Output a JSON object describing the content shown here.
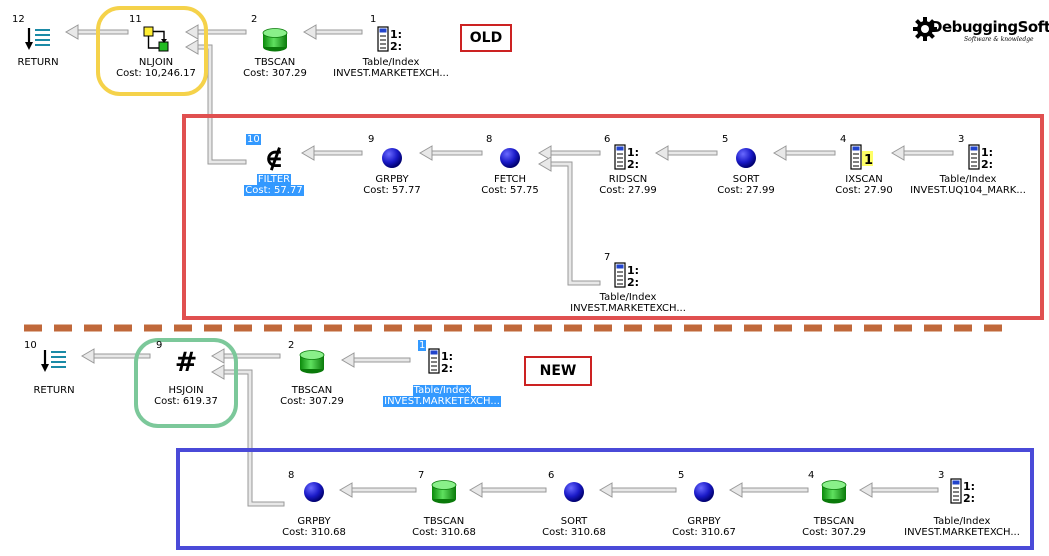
{
  "logo": {
    "text": "DebuggingSoft",
    "tagline": "Software & knowledge"
  },
  "labels": {
    "old": "OLD",
    "new": "NEW"
  },
  "colors": {
    "red": "#e05050",
    "yellow": "#f5d24a",
    "green": "#7cc89a",
    "blue": "#4a4ad8",
    "divider": "#c0683a"
  },
  "old": {
    "nodes": [
      {
        "id": "12",
        "name": "RETURN",
        "cost": "",
        "icon": "return"
      },
      {
        "id": "11",
        "name": "NLJOIN",
        "cost": "Cost: 10,246.17",
        "icon": "nljoin"
      },
      {
        "id": "2",
        "name": "TBSCAN",
        "cost": "Cost: 307.29",
        "icon": "tbscan"
      },
      {
        "id": "1",
        "name": "Table/Index",
        "cost": "INVEST.MARKETEXCH...",
        "icon": "table"
      },
      {
        "id": "10",
        "name": "FILTER",
        "cost": "Cost: 57.77",
        "icon": "filter"
      },
      {
        "id": "9",
        "name": "GRPBY",
        "cost": "Cost: 57.77",
        "icon": "ball"
      },
      {
        "id": "8",
        "name": "FETCH",
        "cost": "Cost: 57.75",
        "icon": "ball"
      },
      {
        "id": "6",
        "name": "RIDSCN",
        "cost": "Cost: 27.99",
        "icon": "table"
      },
      {
        "id": "5",
        "name": "SORT",
        "cost": "Cost: 27.99",
        "icon": "ball"
      },
      {
        "id": "4",
        "name": "IXSCAN",
        "cost": "Cost: 27.90",
        "icon": "ixscan"
      },
      {
        "id": "3",
        "name": "Table/Index",
        "cost": "INVEST.UQ104_MARK...",
        "icon": "table"
      },
      {
        "id": "7",
        "name": "Table/Index",
        "cost": "INVEST.MARKETEXCH...",
        "icon": "table"
      }
    ]
  },
  "new": {
    "nodes": [
      {
        "id": "10",
        "name": "RETURN",
        "cost": "",
        "icon": "return"
      },
      {
        "id": "9",
        "name": "HSJOIN",
        "cost": "Cost: 619.37",
        "icon": "hsjoin"
      },
      {
        "id": "2",
        "name": "TBSCAN",
        "cost": "Cost: 307.29",
        "icon": "tbscan"
      },
      {
        "id": "1",
        "name": "Table/Index",
        "cost": "INVEST.MARKETEXCH...",
        "icon": "table"
      },
      {
        "id": "8",
        "name": "GRPBY",
        "cost": "Cost: 310.68",
        "icon": "ball"
      },
      {
        "id": "7",
        "name": "TBSCAN",
        "cost": "Cost: 310.68",
        "icon": "tbscan"
      },
      {
        "id": "6",
        "name": "SORT",
        "cost": "Cost: 310.68",
        "icon": "ball"
      },
      {
        "id": "5",
        "name": "GRPBY",
        "cost": "Cost: 310.67",
        "icon": "ball"
      },
      {
        "id": "4",
        "name": "TBSCAN",
        "cost": "Cost: 307.29",
        "icon": "tbscan"
      },
      {
        "id": "3",
        "name": "Table/Index",
        "cost": "INVEST.MARKETEXCH...",
        "icon": "table"
      }
    ]
  }
}
